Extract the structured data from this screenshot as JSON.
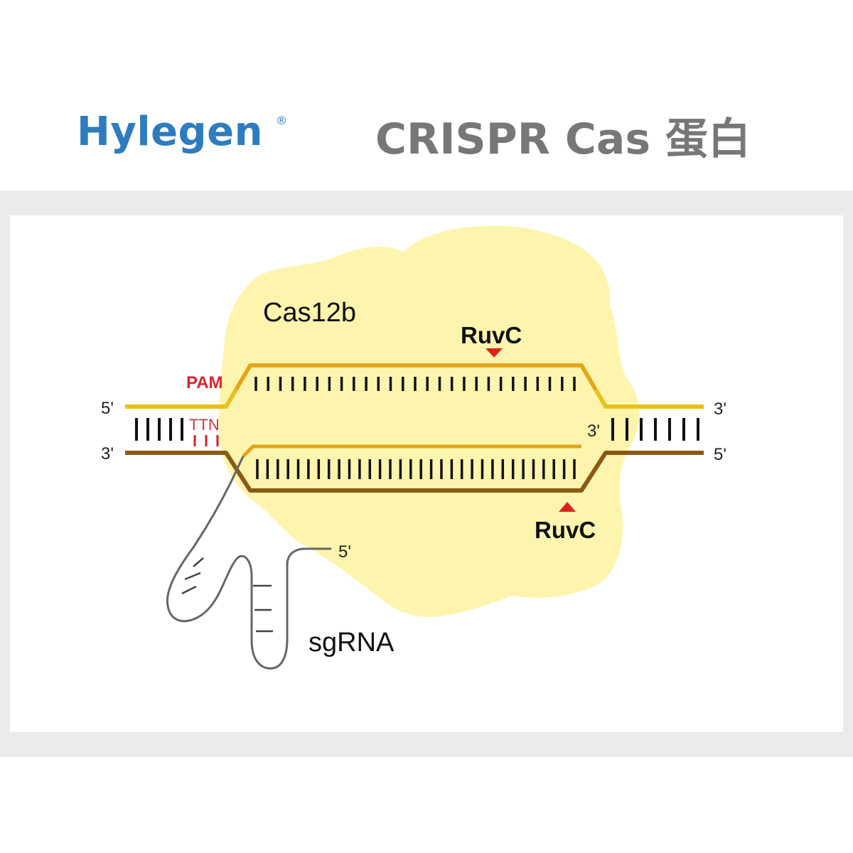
{
  "header": {
    "brand": "Hylegen",
    "registered_mark": "®",
    "title": "CRISPR Cas 蛋白"
  },
  "diagram": {
    "protein_label": "Cas12b",
    "ruvc_top_label": "RuvC",
    "ruvc_bottom_label": "RuvC",
    "pam_label": "PAM",
    "pam_sequence": "TTN",
    "strand_top_left_end": "5'",
    "strand_top_right_end": "3'",
    "strand_bottom_left_end": "3'",
    "strand_bottom_right_end": "5'",
    "inner_3prime_label": "3'",
    "sgrna_5prime_label": "5'",
    "sgrna_label": "sgRNA"
  },
  "colors": {
    "brand_blue": "#2d7cc0",
    "title_gray": "#777777",
    "protein_fill": "#fdf5ad",
    "top_strand": "#e8c21a",
    "bottom_strand": "#8a5a14",
    "orange_strand": "#e6a21c",
    "pam_red": "#d8262a",
    "ruvc_marker": "#e02020"
  }
}
